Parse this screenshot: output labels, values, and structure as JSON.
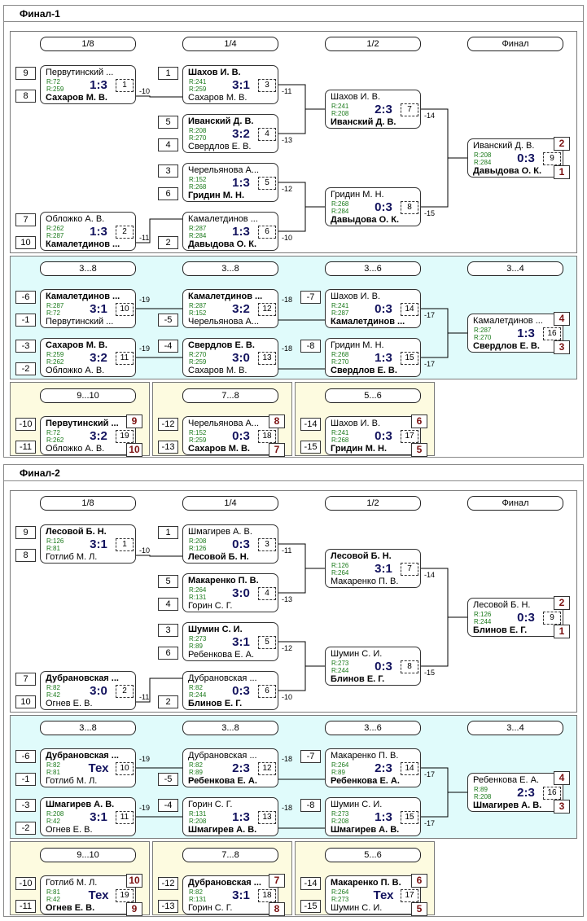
{
  "finals": [
    {
      "title": "Финал-1",
      "rounds_main": [
        "1/8",
        "1/4",
        "1/2",
        "Финал"
      ],
      "rounds_cons": [
        "3...8",
        "3...8",
        "3...6",
        "3...4"
      ],
      "rounds_place": [
        "9...10",
        "7...8",
        "5...6"
      ],
      "r16": [
        {
          "s1": "9",
          "s2": "8",
          "p1": "Первутинский ...",
          "p2": "Сахаров М. В.",
          "w": 2,
          "r1": "R:72",
          "r2": "R:259",
          "score": "1:3",
          "n": "1",
          "lab": "-10"
        },
        {
          "s1": "7",
          "s2": "10",
          "p1": "Обложко А. В.",
          "p2": "Камалетдинов ...",
          "w": 2,
          "r1": "R:262",
          "r2": "R:287",
          "score": "1:3",
          "n": "2",
          "lab": "-11"
        }
      ],
      "qf": [
        {
          "s1": "1",
          "s2": "",
          "p1": "Шахов И. В.",
          "p2": "Сахаров М. В.",
          "w": 1,
          "r1": "R:241",
          "r2": "R:259",
          "score": "3:1",
          "n": "3",
          "lab": "-11"
        },
        {
          "s1": "5",
          "s2": "4",
          "p1": "Иванский Д. В.",
          "p2": "Свердлов Е. В.",
          "w": 1,
          "r1": "R:208",
          "r2": "R:270",
          "score": "3:2",
          "n": "4",
          "lab": "-13"
        },
        {
          "s1": "3",
          "s2": "6",
          "p1": "Черельянова А...",
          "p2": "Гридин М. Н.",
          "w": 2,
          "r1": "R:152",
          "r2": "R:268",
          "score": "1:3",
          "n": "5",
          "lab": "-12"
        },
        {
          "s1": "",
          "s2": "2",
          "p1": "Камалетдинов ...",
          "p2": "Давыдова О. К.",
          "w": 2,
          "r1": "R:287",
          "r2": "R:284",
          "score": "1:3",
          "n": "6",
          "lab": "-10"
        }
      ],
      "sf": [
        {
          "p1": "Шахов И. В.",
          "p2": "Иванский Д. В.",
          "w": 2,
          "r1": "R:241",
          "r2": "R:208",
          "score": "2:3",
          "n": "7",
          "lab": "-14"
        },
        {
          "p1": "Гридин М. Н.",
          "p2": "Давыдова О. К.",
          "w": 2,
          "r1": "R:268",
          "r2": "R:284",
          "score": "0:3",
          "n": "8",
          "lab": "-15"
        }
      ],
      "fin": {
        "p1": "Иванский Д. В.",
        "p2": "Давыдова О. К.",
        "w": 2,
        "r1": "R:208",
        "r2": "R:284",
        "score": "0:3",
        "n": "9",
        "pl1": "2",
        "pl2": "1"
      },
      "c1": [
        {
          "s1": "-6",
          "s2": "-1",
          "p1": "Камалетдинов ...",
          "p2": "Первутинский ...",
          "w": 1,
          "r1": "R:287",
          "r2": "R:72",
          "score": "3:1",
          "n": "10",
          "lab": "-19"
        },
        {
          "s1": "-3",
          "s2": "-2",
          "p1": "Сахаров М. В.",
          "p2": "Обложко А. В.",
          "w": 1,
          "r1": "R:259",
          "r2": "R:262",
          "score": "3:2",
          "n": "11",
          "lab": "-19"
        }
      ],
      "c2": [
        {
          "s1": "",
          "s2": "-5",
          "p1": "Камалетдинов ...",
          "p2": "Черельянова А...",
          "w": 1,
          "r1": "R:287",
          "r2": "R:152",
          "score": "3:2",
          "n": "12",
          "lab": "-18"
        },
        {
          "s1": "-4",
          "s2": "",
          "p1": "Свердлов Е. В.",
          "p2": "Сахаров М. В.",
          "w": 1,
          "r1": "R:270",
          "r2": "R:259",
          "score": "3:0",
          "n": "13",
          "lab": "-18"
        }
      ],
      "c3": [
        {
          "s1": "-7",
          "s2": "",
          "p1": "Шахов И. В.",
          "p2": "Камалетдинов ...",
          "w": 2,
          "r1": "R:241",
          "r2": "R:287",
          "score": "0:3",
          "n": "14",
          "lab": "-17"
        },
        {
          "s1": "-8",
          "s2": "",
          "p1": "Гридин М. Н.",
          "p2": "Свердлов Е. В.",
          "w": 2,
          "r1": "R:268",
          "r2": "R:270",
          "score": "1:3",
          "n": "15",
          "lab": "-17"
        }
      ],
      "c4": {
        "p1": "Камалетдинов ...",
        "p2": "Свердлов Е. В.",
        "w": 2,
        "r1": "R:287",
        "r2": "R:270",
        "score": "1:3",
        "n": "16",
        "pl1": "4",
        "pl2": "3"
      },
      "pm": [
        {
          "s1": "-10",
          "s2": "-11",
          "p1": "Первутинский ...",
          "p2": "Обложко А. В.",
          "w": 1,
          "r1": "R:72",
          "r2": "R:262",
          "score": "3:2",
          "n": "19",
          "pl1": "9",
          "pl2": "10"
        },
        {
          "s1": "-12",
          "s2": "-13",
          "p1": "Черельянова А...",
          "p2": "Сахаров М. В.",
          "w": 2,
          "r1": "R:152",
          "r2": "R:259",
          "score": "0:3",
          "n": "18",
          "pl1": "8",
          "pl2": "7"
        },
        {
          "s1": "-14",
          "s2": "-15",
          "p1": "Шахов И. В.",
          "p2": "Гридин М. Н.",
          "w": 2,
          "r1": "R:241",
          "r2": "R:268",
          "score": "0:3",
          "n": "17",
          "pl1": "6",
          "pl2": "5"
        }
      ]
    },
    {
      "title": "Финал-2",
      "rounds_main": [
        "1/8",
        "1/4",
        "1/2",
        "Финал"
      ],
      "rounds_cons": [
        "3...8",
        "3...8",
        "3...6",
        "3...4"
      ],
      "rounds_place": [
        "9...10",
        "7...8",
        "5...6"
      ],
      "r16": [
        {
          "s1": "9",
          "s2": "8",
          "p1": "Лесовой Б. Н.",
          "p2": "Готлиб М. Л.",
          "w": 1,
          "r1": "R:126",
          "r2": "R:81",
          "score": "3:1",
          "n": "1",
          "lab": "-10"
        },
        {
          "s1": "7",
          "s2": "10",
          "p1": "Дубрановская ...",
          "p2": "Огнев Е. В.",
          "w": 1,
          "r1": "R:82",
          "r2": "R:42",
          "score": "3:0",
          "n": "2",
          "lab": "-11"
        }
      ],
      "qf": [
        {
          "s1": "1",
          "s2": "",
          "p1": "Шмагирев А. В.",
          "p2": "Лесовой Б. Н.",
          "w": 2,
          "r1": "R:208",
          "r2": "R:126",
          "score": "0:3",
          "n": "3",
          "lab": "-11"
        },
        {
          "s1": "5",
          "s2": "4",
          "p1": "Макаренко П. В.",
          "p2": "Горин С. Г.",
          "w": 1,
          "r1": "R:264",
          "r2": "R:131",
          "score": "3:0",
          "n": "4",
          "lab": "-13"
        },
        {
          "s1": "3",
          "s2": "6",
          "p1": "Шумин С. И.",
          "p2": "Ребенкова Е. А.",
          "w": 1,
          "r1": "R:273",
          "r2": "R:89",
          "score": "3:1",
          "n": "5",
          "lab": "-12"
        },
        {
          "s1": "",
          "s2": "2",
          "p1": "Дубрановская ...",
          "p2": "Блинов Е. Г.",
          "w": 2,
          "r1": "R:82",
          "r2": "R:244",
          "score": "0:3",
          "n": "6",
          "lab": "-10"
        }
      ],
      "sf": [
        {
          "p1": "Лесовой Б. Н.",
          "p2": "Макаренко П. В.",
          "w": 1,
          "r1": "R:126",
          "r2": "R:264",
          "score": "3:1",
          "n": "7",
          "lab": "-14"
        },
        {
          "p1": "Шумин С. И.",
          "p2": "Блинов Е. Г.",
          "w": 2,
          "r1": "R:273",
          "r2": "R:244",
          "score": "0:3",
          "n": "8",
          "lab": "-15"
        }
      ],
      "fin": {
        "p1": "Лесовой Б. Н.",
        "p2": "Блинов Е. Г.",
        "w": 2,
        "r1": "R:126",
        "r2": "R:244",
        "score": "0:3",
        "n": "9",
        "pl1": "2",
        "pl2": "1"
      },
      "c1": [
        {
          "s1": "-6",
          "s2": "-1",
          "p1": "Дубрановская ...",
          "p2": "Готлиб М. Л.",
          "w": 1,
          "r1": "R:82",
          "r2": "R:81",
          "score": "Тех",
          "n": "10",
          "lab": "-19"
        },
        {
          "s1": "-3",
          "s2": "-2",
          "p1": "Шмагирев А. В.",
          "p2": "Огнев Е. В.",
          "w": 1,
          "r1": "R:208",
          "r2": "R:42",
          "score": "3:1",
          "n": "11",
          "lab": "-19"
        }
      ],
      "c2": [
        {
          "s1": "",
          "s2": "-5",
          "p1": "Дубрановская ...",
          "p2": "Ребенкова Е. А.",
          "w": 2,
          "r1": "R:82",
          "r2": "R:89",
          "score": "2:3",
          "n": "12",
          "lab": "-18"
        },
        {
          "s1": "-4",
          "s2": "",
          "p1": "Горин С. Г.",
          "p2": "Шмагирев А. В.",
          "w": 2,
          "r1": "R:131",
          "r2": "R:208",
          "score": "1:3",
          "n": "13",
          "lab": "-18"
        }
      ],
      "c3": [
        {
          "s1": "-7",
          "s2": "",
          "p1": "Макаренко П. В.",
          "p2": "Ребенкова Е. А.",
          "w": 2,
          "r1": "R:264",
          "r2": "R:89",
          "score": "2:3",
          "n": "14",
          "lab": "-17"
        },
        {
          "s1": "-8",
          "s2": "",
          "p1": "Шумин С. И.",
          "p2": "Шмагирев А. В.",
          "w": 2,
          "r1": "R:273",
          "r2": "R:208",
          "score": "1:3",
          "n": "15",
          "lab": "-17"
        }
      ],
      "c4": {
        "p1": "Ребенкова Е. А.",
        "p2": "Шмагирев А. В.",
        "w": 2,
        "r1": "R:89",
        "r2": "R:208",
        "score": "2:3",
        "n": "16",
        "pl1": "4",
        "pl2": "3"
      },
      "pm": [
        {
          "s1": "-10",
          "s2": "-11",
          "p1": "Готлиб М. Л.",
          "p2": "Огнев Е. В.",
          "w": 2,
          "r1": "R:81",
          "r2": "R:42",
          "score": "Тех",
          "n": "19",
          "pl1": "10",
          "pl2": "9"
        },
        {
          "s1": "-12",
          "s2": "-13",
          "p1": "Дубрановская ...",
          "p2": "Горин С. Г.",
          "w": 1,
          "r1": "R:82",
          "r2": "R:131",
          "score": "3:1",
          "n": "18",
          "pl1": "7",
          "pl2": "8"
        },
        {
          "s1": "-14",
          "s2": "-15",
          "p1": "Макаренко П. В.",
          "p2": "Шумин С. И.",
          "w": 1,
          "r1": "R:264",
          "r2": "R:273",
          "score": "Тех",
          "n": "17",
          "pl1": "6",
          "pl2": "5"
        }
      ]
    }
  ]
}
